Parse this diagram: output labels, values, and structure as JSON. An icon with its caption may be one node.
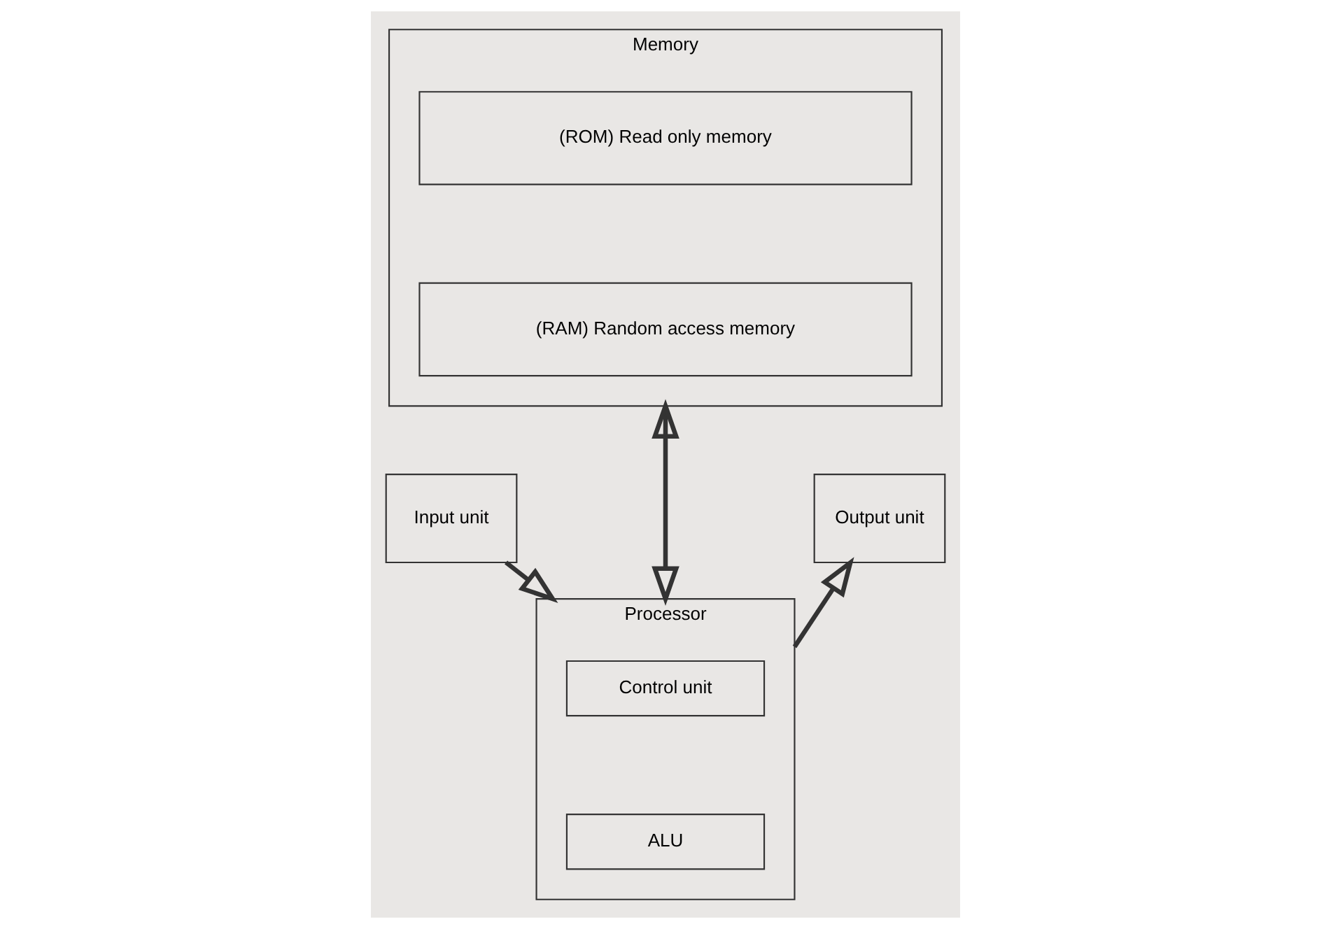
{
  "diagram": {
    "nodes": [
      {
        "text": [
          "Memory"
        ]
      },
      {
        "text": [
          "(ROM) Read only memory"
        ],
        "in": 0
      },
      {
        "text": [
          "(RAM) Random access memory"
        ],
        "in": 0
      },
      {
        "text": [
          "Processor"
        ]
      },
      {
        "text": [
          "Control unit"
        ],
        "in": 3
      },
      {
        "text": [
          "ALU"
        ],
        "in": 3
      },
      {
        "text": [
          "Input unit"
        ]
      },
      {
        "text": [
          "Output unit"
        ]
      }
    ],
    "edges": [
      {
        "from": 0,
        "to": 3,
        "arrow": "both"
      },
      {
        "from": 6,
        "to": 3,
        "arrow": "to"
      },
      {
        "from": 3,
        "to": 7,
        "arrow": "to"
      }
    ]
  }
}
